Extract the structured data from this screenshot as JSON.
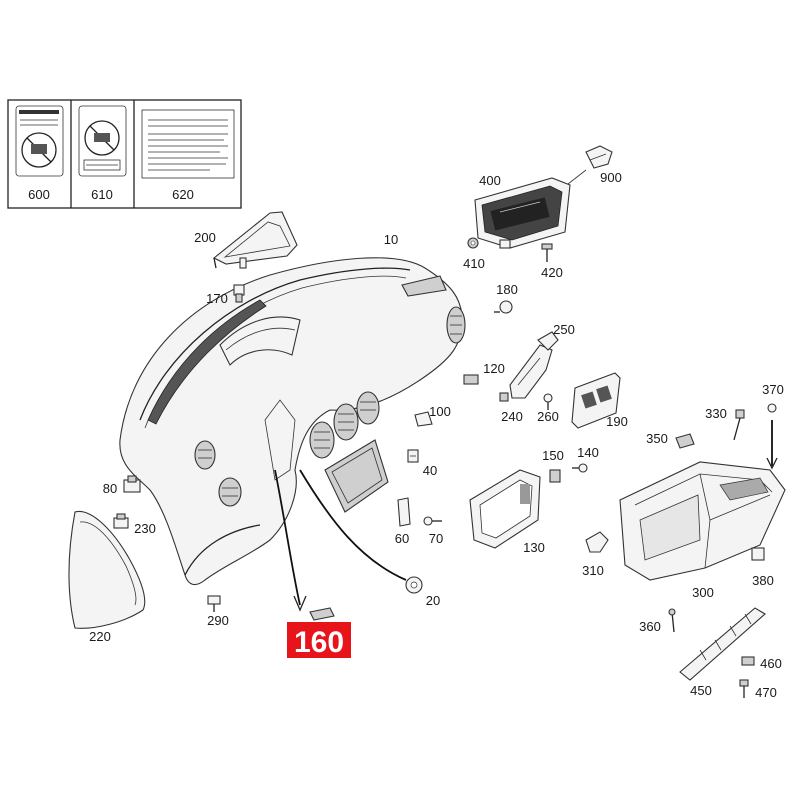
{
  "labels": {
    "l10": "10",
    "l20": "20",
    "l40": "40",
    "l60": "60",
    "l70": "70",
    "l80": "80",
    "l100": "100",
    "l120": "120",
    "l130": "130",
    "l140": "140",
    "l150": "150",
    "l170": "170",
    "l180": "180",
    "l190": "190",
    "l200": "200",
    "l220": "220",
    "l230": "230",
    "l240": "240",
    "l250": "250",
    "l260": "260",
    "l290": "290",
    "l300": "300",
    "l310": "310",
    "l330": "330",
    "l350": "350",
    "l360": "360",
    "l370": "370",
    "l380": "380",
    "l400": "400",
    "l410": "410",
    "l420": "420",
    "l450": "450",
    "l460": "460",
    "l470": "470",
    "l600": "600",
    "l610": "610",
    "l620": "620",
    "l900": "900"
  },
  "highlight": {
    "label": "160",
    "color": "#e8141b"
  },
  "colors": {
    "line": "#222222",
    "background": "#ffffff"
  }
}
